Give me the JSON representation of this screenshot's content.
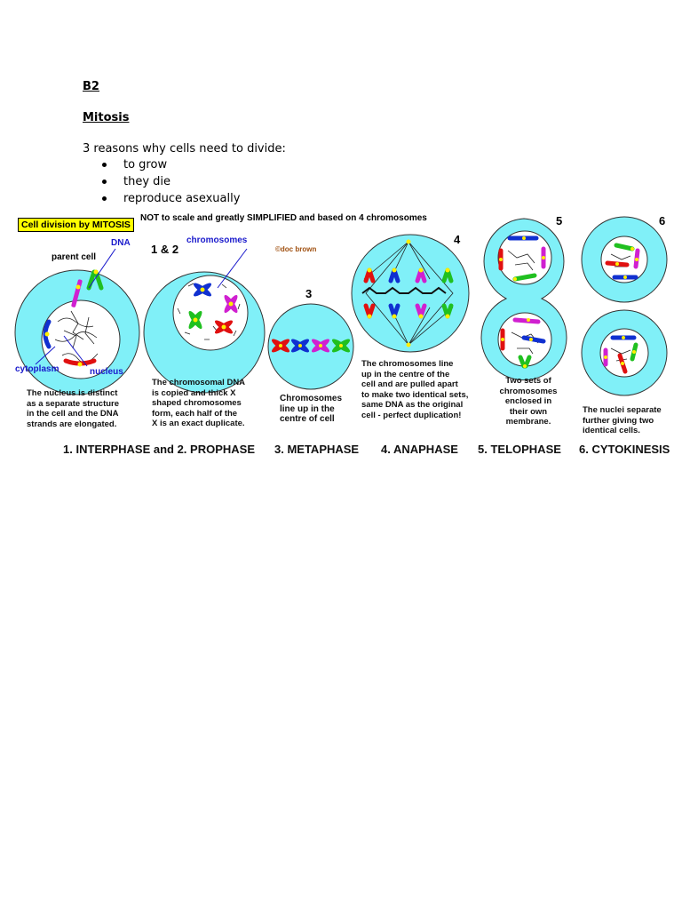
{
  "document": {
    "code": "B2",
    "title": "Mitosis",
    "intro": "3 reasons why cells need to divide:",
    "reasons": [
      "to grow",
      "they die",
      "reproduce asexually"
    ]
  },
  "figure": {
    "title": "Cell division by MITOSIS",
    "subtitle": "NOT to scale and greatly SIMPLIFIED and based on 4 chromosomes",
    "copyright": "©doc brown",
    "labels": {
      "dna": "DNA",
      "parent_cell": "parent cell",
      "chromosomes": "chromosomes",
      "cytoplasm": "cytoplasm",
      "nucleus": "nucleus"
    },
    "stage_numbers": [
      "1 & 2",
      "3",
      "4",
      "5",
      "6"
    ],
    "captions": {
      "interphase": [
        "The nucleus is distinct",
        "as a separate structure",
        "in the cell and the DNA",
        "strands are elongated."
      ],
      "prophase": [
        "The chromosomal DNA",
        "is copied and thick X",
        "shaped chromosomes",
        "form, each half of the",
        "X is an exact duplicate."
      ],
      "metaphase": [
        "Chromosomes",
        "line up in the",
        "centre of cell"
      ],
      "anaphase": [
        "The chromosomes line",
        "up in the centre of the",
        "cell and are pulled apart",
        "to make two identical sets,",
        "same DNA as the original",
        "cell - perfect duplication!"
      ],
      "telophase": [
        "Two sets of",
        "chromosomes",
        "enclosed in",
        "their own",
        "membrane."
      ],
      "cytokinesis": [
        "The nuclei separate",
        "further giving two",
        "identical cells."
      ]
    },
    "phases": [
      "1. INTERPHASE and 2. PROPHASE",
      "3. METAPHASE",
      "4. ANAPHASE",
      "5. TELOPHASE",
      "6. CYTOKINESIS"
    ],
    "colors": {
      "cytoplasm": "#80f0f8",
      "title_bg": "#ffff00",
      "label_blue": "#1a1acc",
      "chromosome_red": "#e01010",
      "chromosome_blue": "#1030d0",
      "chromosome_magenta": "#d020d0",
      "chromosome_green": "#20c020",
      "centromere": "#ffee00"
    }
  }
}
